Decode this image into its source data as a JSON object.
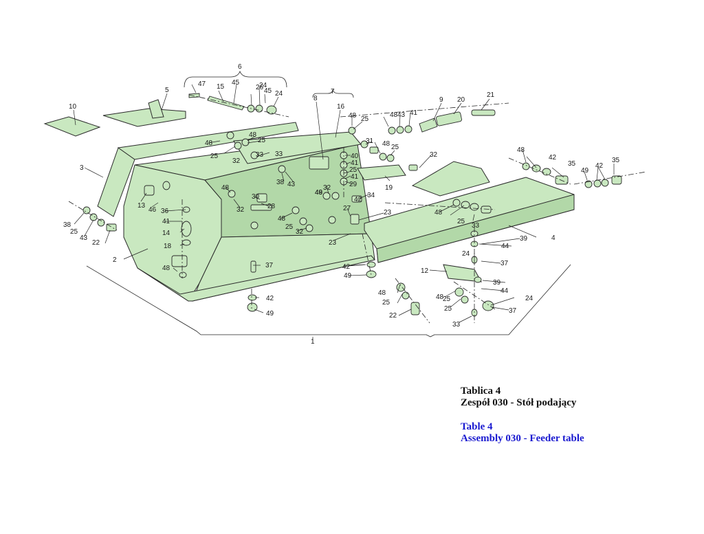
{
  "caption": {
    "pl_line1": "Tablica 4",
    "pl_line2": "Zespół 030 - Stół podający",
    "en_line1": "Table 4",
    "en_line2": "Assembly 030 - Feeder table"
  },
  "colors": {
    "part_fill": "#c9e8c0",
    "caption_pl": "#111111",
    "caption_en": "#1a1ad0"
  },
  "callouts": [
    {
      "n": "1"
    },
    {
      "n": "2"
    },
    {
      "n": "3"
    },
    {
      "n": "4"
    },
    {
      "n": "5"
    },
    {
      "n": "6"
    },
    {
      "n": "7"
    },
    {
      "n": "8"
    },
    {
      "n": "9"
    },
    {
      "n": "10"
    },
    {
      "n": "12"
    },
    {
      "n": "13"
    },
    {
      "n": "14"
    },
    {
      "n": "15"
    },
    {
      "n": "16"
    },
    {
      "n": "18"
    },
    {
      "n": "19"
    },
    {
      "n": "20"
    },
    {
      "n": "21"
    },
    {
      "n": "22"
    },
    {
      "n": "22"
    },
    {
      "n": "23"
    },
    {
      "n": "23"
    },
    {
      "n": "24"
    },
    {
      "n": "24"
    },
    {
      "n": "24"
    },
    {
      "n": "24"
    },
    {
      "n": "25"
    },
    {
      "n": "25"
    },
    {
      "n": "25"
    },
    {
      "n": "25"
    },
    {
      "n": "25"
    },
    {
      "n": "25"
    },
    {
      "n": "25"
    },
    {
      "n": "25"
    },
    {
      "n": "25"
    },
    {
      "n": "25"
    },
    {
      "n": "25"
    },
    {
      "n": "26"
    },
    {
      "n": "27"
    },
    {
      "n": "28"
    },
    {
      "n": "29"
    },
    {
      "n": "30"
    },
    {
      "n": "31"
    },
    {
      "n": "32"
    },
    {
      "n": "32"
    },
    {
      "n": "32"
    },
    {
      "n": "32"
    },
    {
      "n": "32"
    },
    {
      "n": "33"
    },
    {
      "n": "33"
    },
    {
      "n": "33"
    },
    {
      "n": "33"
    },
    {
      "n": "34"
    },
    {
      "n": "35"
    },
    {
      "n": "35"
    },
    {
      "n": "36"
    },
    {
      "n": "37"
    },
    {
      "n": "37"
    },
    {
      "n": "37"
    },
    {
      "n": "38"
    },
    {
      "n": "38"
    },
    {
      "n": "39"
    },
    {
      "n": "39"
    },
    {
      "n": "40"
    },
    {
      "n": "41"
    },
    {
      "n": "41"
    },
    {
      "n": "41"
    },
    {
      "n": "41"
    },
    {
      "n": "42"
    },
    {
      "n": "42"
    },
    {
      "n": "42"
    },
    {
      "n": "42"
    },
    {
      "n": "42"
    },
    {
      "n": "43"
    },
    {
      "n": "43"
    },
    {
      "n": "43"
    },
    {
      "n": "44"
    },
    {
      "n": "44"
    },
    {
      "n": "45"
    },
    {
      "n": "45"
    },
    {
      "n": "46"
    },
    {
      "n": "47"
    },
    {
      "n": "48"
    },
    {
      "n": "48"
    },
    {
      "n": "48"
    },
    {
      "n": "48"
    },
    {
      "n": "48"
    },
    {
      "n": "48"
    },
    {
      "n": "48"
    },
    {
      "n": "48"
    },
    {
      "n": "48"
    },
    {
      "n": "48"
    },
    {
      "n": "48"
    },
    {
      "n": "48"
    },
    {
      "n": "48"
    },
    {
      "n": "49"
    },
    {
      "n": "49"
    },
    {
      "n": "49"
    },
    {
      "n": "49"
    },
    {
      "n": "49"
    }
  ]
}
